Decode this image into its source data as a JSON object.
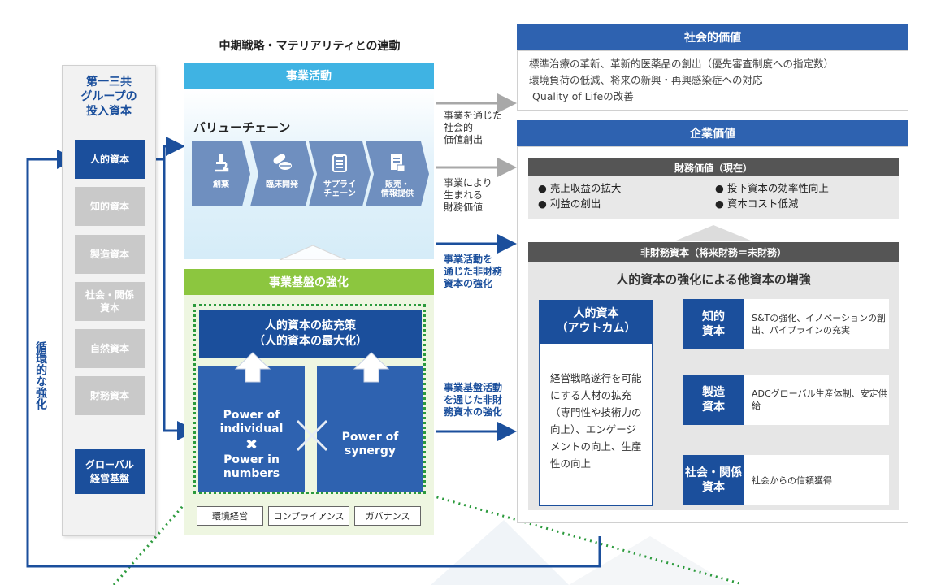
{
  "mid_title": "中期戦略・マテリアリティとの連動",
  "capital": {
    "title": "第一三共\nグループの\n投入資本",
    "items": [
      "人的資本",
      "知的資本",
      "製造資本",
      "社会・関係\n資本",
      "自然資本",
      "財務資本"
    ],
    "global": "グローバル\n経営基盤"
  },
  "loop_label": "循環的な強化",
  "business": {
    "header": "事業活動",
    "value_chain_title": "バリューチェーン",
    "steps": [
      {
        "label": "創薬",
        "icon": "microscope-icon"
      },
      {
        "label": "臨床開発",
        "icon": "pills-icon"
      },
      {
        "label": "サプライ\nチェーン",
        "icon": "clipboard-icon"
      },
      {
        "label": "販売・\n情報提供",
        "icon": "document-icon"
      }
    ]
  },
  "foundation": {
    "header": "事業基盤の強化",
    "expand": "人的資本の拡充策\n（人的資本の最大化）",
    "power_individual": "Power of\nindividual",
    "times": "✖",
    "power_numbers": "Power in\nnumbers",
    "power_synergy": "Power of\nsynergy",
    "tags": [
      "環境経営",
      "コンプライアンス",
      "ガバナンス"
    ]
  },
  "connectors": {
    "social": "事業を通じた\n社会的\n価値創出",
    "financial": "事業により\n生まれる\n財務価値",
    "activity_nonfin": "事業活動を\n通じた非財務\n資本の強化",
    "foundation_nonfin": "事業基盤活動\nを通じた非財\n務資本の強化"
  },
  "social_value": {
    "header": "社会的価値",
    "lines": [
      "標準治療の革新、革新的医薬品の創出（優先審査制度への指定数）",
      "環境負荷の低減、将来の新興・再興感染症への対応",
      "Quality of Lifeの改善"
    ]
  },
  "corporate_value": {
    "header": "企業価値",
    "financial_header": "財務価値（現在）",
    "financial_items": [
      "● 売上収益の拡大",
      "● 利益の創出",
      "● 投下資本の効率性向上",
      "● 資本コスト低減"
    ],
    "nonfinancial_header": "非財務資本（将来財務＝未財務）",
    "nonfinancial_title": "人的資本の強化による他資本の増強",
    "outcome_head": "人的資本\n（アウトカム）",
    "outcome_body": "経営戦略遂行を可能にする人材の拡充（専門性や技術力の向上）、エンゲージメントの向上、生産性の向上",
    "targets": [
      {
        "head": "知的\n資本",
        "desc": "S&Tの強化、イノベーションの創出、パイプラインの充実"
      },
      {
        "head": "製造\n資本",
        "desc": "ADCグローバル生産体制、安定供給"
      },
      {
        "head": "社会・関係\n資本",
        "desc": "社会からの信頼獲得"
      }
    ]
  },
  "colors": {
    "navy": "#1b4f9c",
    "blue": "#2e62b0",
    "sky": "#3fb3e3",
    "green": "#8cc63f",
    "gray_box": "#c9c9c9",
    "dark_gray": "#555555"
  }
}
